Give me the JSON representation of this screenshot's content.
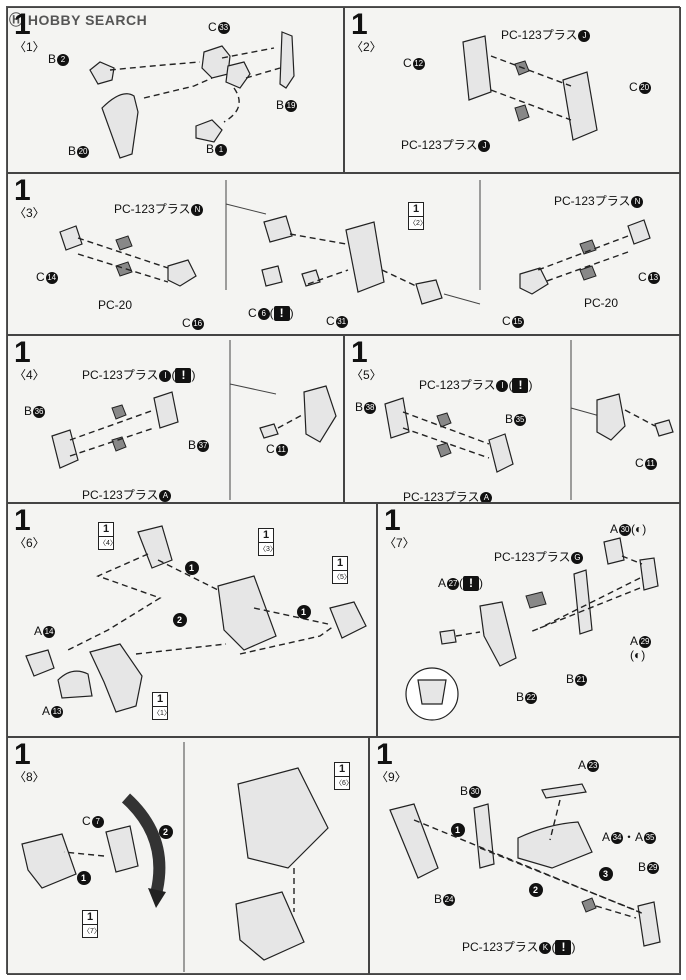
{
  "watermark": "HOBBY SEARCH",
  "panels": [
    {
      "step": "1",
      "sub": "〈1〉",
      "labels": [
        {
          "text": "C",
          "circle": "33"
        },
        {
          "text": "B",
          "circle": "2"
        },
        {
          "text": "B",
          "circle": "19"
        },
        {
          "text": "B",
          "circle": "20"
        },
        {
          "text": "B",
          "circle": "1"
        }
      ]
    },
    {
      "step": "1",
      "sub": "〈2〉",
      "labels": [
        {
          "text": "C",
          "circle": "12"
        },
        {
          "text": "PC-123プラス",
          "circle": "J"
        },
        {
          "text": "C",
          "circle": "20"
        },
        {
          "text": "PC-123プラス",
          "circle": "J"
        }
      ]
    },
    {
      "step": "1",
      "sub": "〈3〉",
      "labels": [
        {
          "text": "PC-123プラス",
          "circle": "N"
        },
        {
          "text": "C",
          "circle": "14"
        },
        {
          "text": "PC-20",
          "circle": ""
        },
        {
          "text": "C",
          "circle": "16"
        },
        {
          "text": "C",
          "circle": "6"
        },
        {
          "text": "C",
          "circle": "31"
        },
        {
          "text": "PC-123プラス",
          "circle": "N"
        },
        {
          "text": "C",
          "circle": "13"
        },
        {
          "text": "PC-20",
          "circle": ""
        },
        {
          "text": "C",
          "circle": "15"
        }
      ],
      "refs": [
        {
          "n": "1",
          "s": "〈2〉"
        }
      ]
    },
    {
      "step": "1",
      "sub": "〈4〉",
      "labels": [
        {
          "text": "PC-123プラス",
          "circle": "I"
        },
        {
          "text": "B",
          "circle": "36"
        },
        {
          "text": "B",
          "circle": "37"
        },
        {
          "text": "PC-123プラス",
          "circle": "A"
        },
        {
          "text": "C",
          "circle": "11"
        }
      ]
    },
    {
      "step": "1",
      "sub": "〈5〉",
      "labels": [
        {
          "text": "PC-123プラス",
          "circle": "I"
        },
        {
          "text": "B",
          "circle": "38"
        },
        {
          "text": "B",
          "circle": "35"
        },
        {
          "text": "PC-123プラス",
          "circle": "A"
        },
        {
          "text": "C",
          "circle": "11"
        }
      ]
    },
    {
      "step": "1",
      "sub": "〈6〉",
      "labels": [
        {
          "text": "A",
          "circle": "14"
        },
        {
          "text": "A",
          "circle": "13"
        }
      ],
      "refs": [
        {
          "n": "1",
          "s": "〈4〉"
        },
        {
          "n": "1",
          "s": "〈3〉"
        },
        {
          "n": "1",
          "s": "〈5〉"
        },
        {
          "n": "1",
          "s": "〈1〉"
        }
      ]
    },
    {
      "step": "1",
      "sub": "〈7〉",
      "labels": [
        {
          "text": "A",
          "circle": "30"
        },
        {
          "text": "PC-123プラス",
          "circle": "G"
        },
        {
          "text": "A",
          "circle": "27"
        },
        {
          "text": "A",
          "circle": "29"
        },
        {
          "text": "B",
          "circle": "21"
        },
        {
          "text": "B",
          "circle": "22"
        }
      ]
    },
    {
      "step": "1",
      "sub": "〈8〉",
      "labels": [
        {
          "text": "C",
          "circle": "7"
        }
      ],
      "refs": [
        {
          "n": "1",
          "s": "〈7〉"
        },
        {
          "n": "1",
          "s": "〈6〉"
        }
      ]
    },
    {
      "step": "1",
      "sub": "〈9〉",
      "labels": [
        {
          "text": "A",
          "circle": "23"
        },
        {
          "text": "B",
          "circle": "30"
        },
        {
          "text": "A",
          "circle": "34"
        },
        {
          "text": "A",
          "circle": "35"
        },
        {
          "text": "B",
          "circle": "24"
        },
        {
          "text": "B",
          "circle": "29"
        },
        {
          "text": "PC-123プラス",
          "circle": "K"
        }
      ]
    }
  ],
  "order_marks": [
    "1",
    "2"
  ],
  "warn_mark": "!"
}
